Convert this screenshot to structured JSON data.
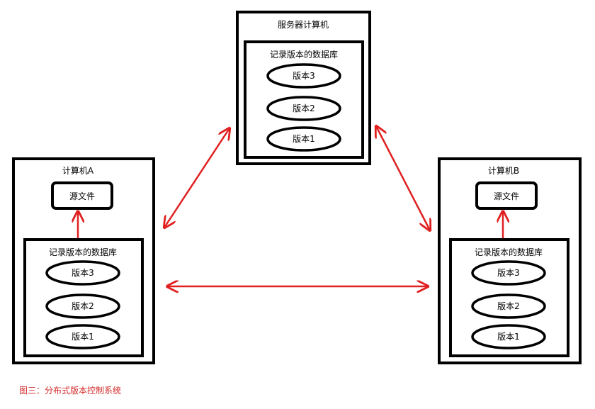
{
  "server": {
    "title": "服务器计算机",
    "db_title": "记录版本的数据库",
    "versions": [
      "版本3",
      "版本2",
      "版本1"
    ]
  },
  "computer_a": {
    "title": "计算机A",
    "source_file": "源文件",
    "db_title": "记录版本的数据库",
    "versions": [
      "版本3",
      "版本2",
      "版本1"
    ]
  },
  "computer_b": {
    "title": "计算机B",
    "source_file": "源文件",
    "db_title": "记录版本的数据库",
    "versions": [
      "版本3",
      "版本2",
      "版本1"
    ]
  },
  "caption": "图三：分布式版本控制系统",
  "colors": {
    "outline": "#000000",
    "arrow": "#e02020",
    "caption": "#d42a2a"
  }
}
